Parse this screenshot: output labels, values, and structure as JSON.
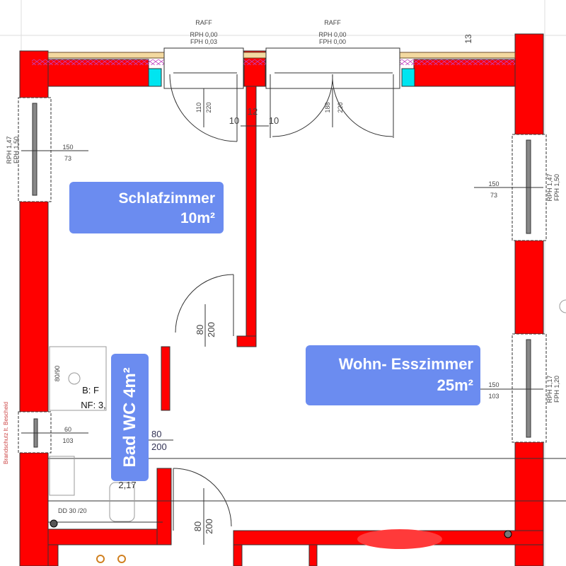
{
  "rooms": {
    "schlafzimmer": {
      "name": "Schlafzimmer",
      "area": "10m²"
    },
    "wohn": {
      "name": "Wohn- Esszimmer",
      "area": "25m²"
    },
    "bad": {
      "name": "Bad WC 4m²"
    }
  },
  "top_windows": [
    {
      "type": "RAFF",
      "rph": "RPH 0,00",
      "fph": "FPH 0,03",
      "dim_a": "110",
      "dim_b": "220"
    },
    {
      "type": "RAFF",
      "rph": "RPH 0,00",
      "fph": "FPH 0,00",
      "dim_a": "188",
      "dim_b": "220"
    }
  ],
  "wall_thickness_top": "13",
  "partition_dims": {
    "left": "10",
    "mid": "12",
    "right": "10"
  },
  "side_windows": {
    "left_upper": {
      "rph": "RPH 1,47",
      "fph": "FPH 1,50",
      "w": "150",
      "h": "73"
    },
    "right_upper": {
      "rph": "RPH 1,47",
      "fph": "FPH 1,50",
      "w": "150",
      "h": "73"
    },
    "right_lower": {
      "rph": "RPH 1,17",
      "fph": "FPH 1,20",
      "w": "150",
      "h": "103"
    },
    "bath": {
      "w": "60",
      "h": "103"
    }
  },
  "doors": {
    "bedroom": {
      "w": "80",
      "h": "200"
    },
    "bath": {
      "w": "80",
      "h": "200"
    },
    "entry": {
      "w": "80",
      "h": "200"
    }
  },
  "bath_notes": {
    "shower": "80/90",
    "b": "B:   F",
    "nf": "NF: 3,",
    "dim": "2,17",
    "duct": "DD 30 /20"
  },
  "fire_note": "Brandschutz lt. Bescheid",
  "colors": {
    "wall": "#ff0000",
    "label_bg": "#6b8cf0",
    "window_cyan": "#00e5f0",
    "insulation": "#c040c0"
  }
}
